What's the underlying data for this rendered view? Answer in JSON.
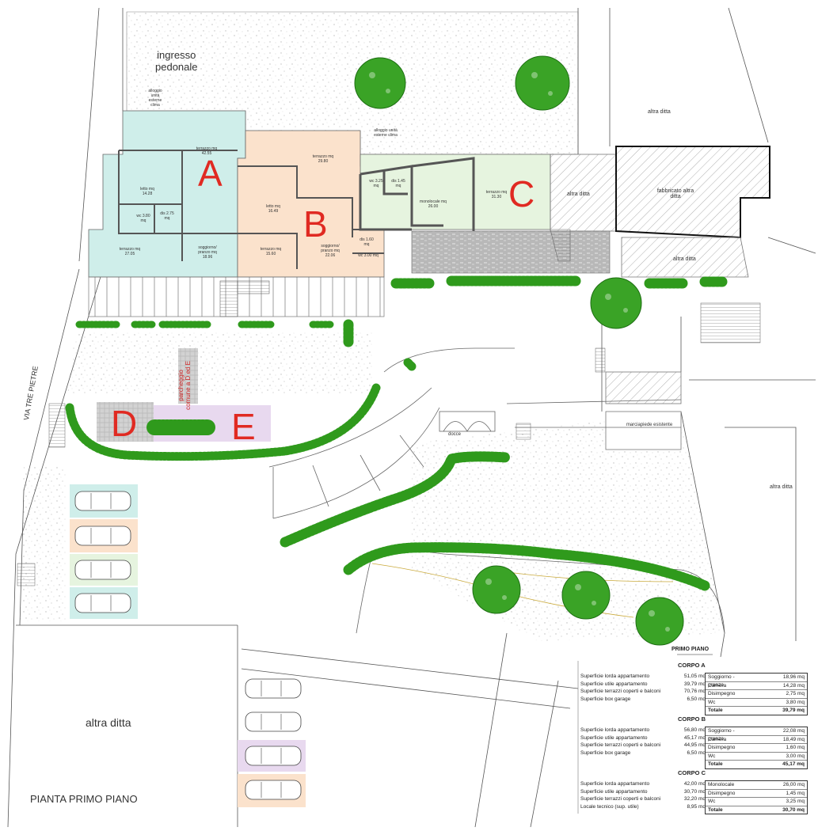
{
  "plan": {
    "title": "PIANTA PRIMO PIANO",
    "street_label": "VIA TRE PIETRE",
    "entrance_label_line1": "ingresso",
    "entrance_label_line2": "pedonale",
    "neighbor_labels": {
      "top_right": "altra ditta",
      "c_right": "altra ditta",
      "building": "fabbricato altra ditta",
      "below_building": "altra ditta",
      "right_middle": "altra ditta",
      "bottom_left": "altra ditta"
    },
    "other_labels": {
      "docce": "docce",
      "marciapiede": "marciapiede esistente",
      "parking_common": "parcheggio comune a D ed E",
      "clima_a": "alloggio unità esterne clima",
      "clima_b": "alloggio unità esterne clima"
    },
    "units": [
      "A",
      "B",
      "C",
      "D",
      "E"
    ],
    "rooms_a": {
      "terrazzo_top": "terrazzo mq 42.55",
      "letto": "letto mq 14.28",
      "wc": "wc 3.80 mq",
      "dis": "dis 2.75 mq",
      "terrazzo_bottom": "terrazzo mq 27.05",
      "soggiorno": "soggiorno/ pranzo mq 18.96"
    },
    "rooms_b": {
      "terrazzo_top": "terrazzo mq 29.80",
      "letto": "letto mq 16.49",
      "terrazzo_bottom": "terrazzo mq 15.60",
      "soggiorno": "soggiorno/ pranzo mq 22.06",
      "dis": "dis 1.60 mq",
      "wc": "wc 3.00 mq"
    },
    "rooms_c": {
      "wc": "wc 3.25 mq",
      "dis": "dis 1.45 mq",
      "monolocale": "monolocale mq 26.00",
      "terrazzo": "terrazzo mq 31.30"
    }
  },
  "summary": {
    "heading": "PRIMO PIANO",
    "corpi": [
      {
        "name": "CORPO A",
        "lines": [
          {
            "label": "Superficie lorda appartamento",
            "value": "51,05 mq"
          },
          {
            "label": "Superficie utile appartamento",
            "value": "39,79 mq"
          },
          {
            "label": "Superficie terrazzi coperti e balconi",
            "value": "70,76 mq"
          },
          {
            "label": "Superficie box garage",
            "value": "6,50 mq"
          }
        ],
        "rooms": [
          {
            "name": "Soggiorno - pranzo",
            "value": "18,96 mq"
          },
          {
            "name": "Camera",
            "value": "14,28 mq"
          },
          {
            "name": "Disimpegno",
            "value": "2,75 mq"
          },
          {
            "name": "Wc",
            "value": "3,80 mq"
          },
          {
            "name": "Totale",
            "value": "39,79 mq"
          }
        ]
      },
      {
        "name": "CORPO B",
        "lines": [
          {
            "label": "Superficie lorda appartamento",
            "value": "56,80 mq"
          },
          {
            "label": "Superficie utile appartamento",
            "value": "45,17 mq"
          },
          {
            "label": "Superficie terrazzi coperti e balconi",
            "value": "44,95 mq"
          },
          {
            "label": "Superficie box garage",
            "value": "6,50 mq"
          }
        ],
        "rooms": [
          {
            "name": "Soggiorno - pranzo",
            "value": "22,08 mq"
          },
          {
            "name": "Camera",
            "value": "18,49 mq"
          },
          {
            "name": "Disimpegno",
            "value": "1,60 mq"
          },
          {
            "name": "Wc",
            "value": "3,00 mq"
          },
          {
            "name": "Totale",
            "value": "45,17 mq"
          }
        ]
      },
      {
        "name": "CORPO C",
        "lines": [
          {
            "label": "Superficie lorda appartamento",
            "value": "42,00 mq"
          },
          {
            "label": "Superficie utile appartamento",
            "value": "30,70 mq"
          },
          {
            "label": "Superficie terrazzi coperti e balconi",
            "value": "32,20 mq"
          },
          {
            "label": "Locale tecnico (sup. utile)",
            "value": "8,95 mq"
          }
        ],
        "rooms": [
          {
            "name": "Monolocale",
            "value": "26,00 mq"
          },
          {
            "name": "Disimpegno",
            "value": "1,45 mq"
          },
          {
            "name": "Wc",
            "value": "3,25 mq"
          },
          {
            "name": "Totale",
            "value": "30,70 mq"
          }
        ]
      }
    ]
  },
  "colors": {
    "unit_a": "#cfeeea",
    "unit_b": "#fbe2cc",
    "unit_c": "#e6f4df",
    "unit_de": "#e8d9ef",
    "letters": "#e02a22",
    "hedge": "#2f9a1c",
    "wall": "#555555"
  }
}
